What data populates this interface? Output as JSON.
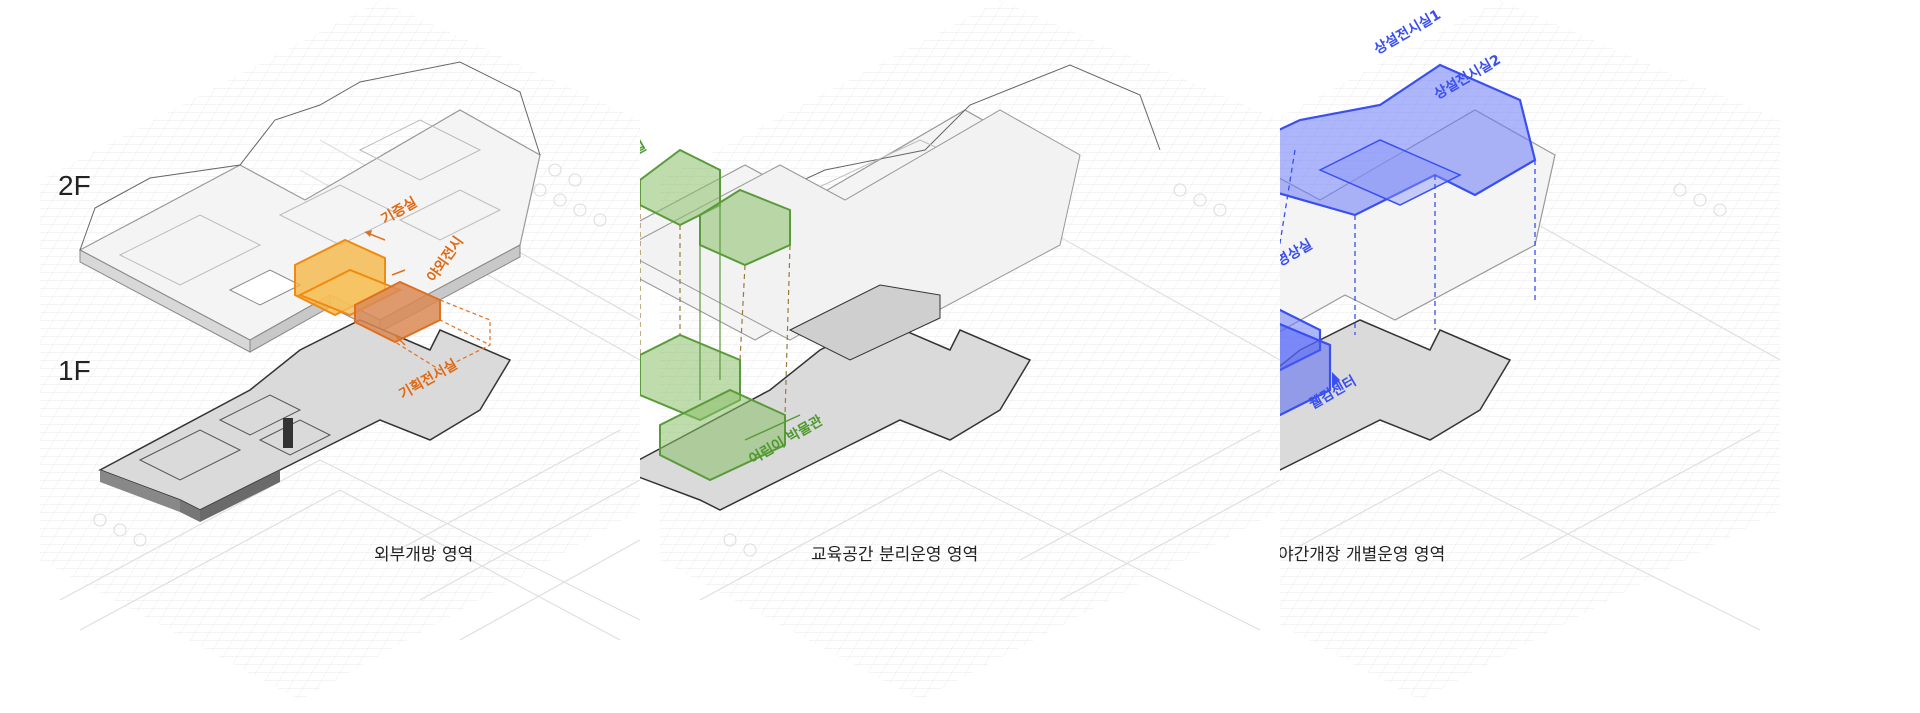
{
  "panels": [
    {
      "caption": "외부개방 영역",
      "floor_labels": {
        "upper": "2F",
        "lower": "1F"
      },
      "highlights": [
        "기증실",
        "야외전시",
        "기획전시실"
      ],
      "highlight_color": "#f0a020"
    },
    {
      "caption": "교육공간 분리운영 영역",
      "highlights": [
        "교육시설",
        "어린이 박물관"
      ],
      "highlight_color": "#6aa84f"
    },
    {
      "caption": "야간개장 개별운영 영역",
      "highlights": [
        "상설전시실1",
        "상설전시실2",
        "입체영상실",
        "웰컴센터"
      ],
      "highlight_color": "#4a5cf5"
    }
  ]
}
